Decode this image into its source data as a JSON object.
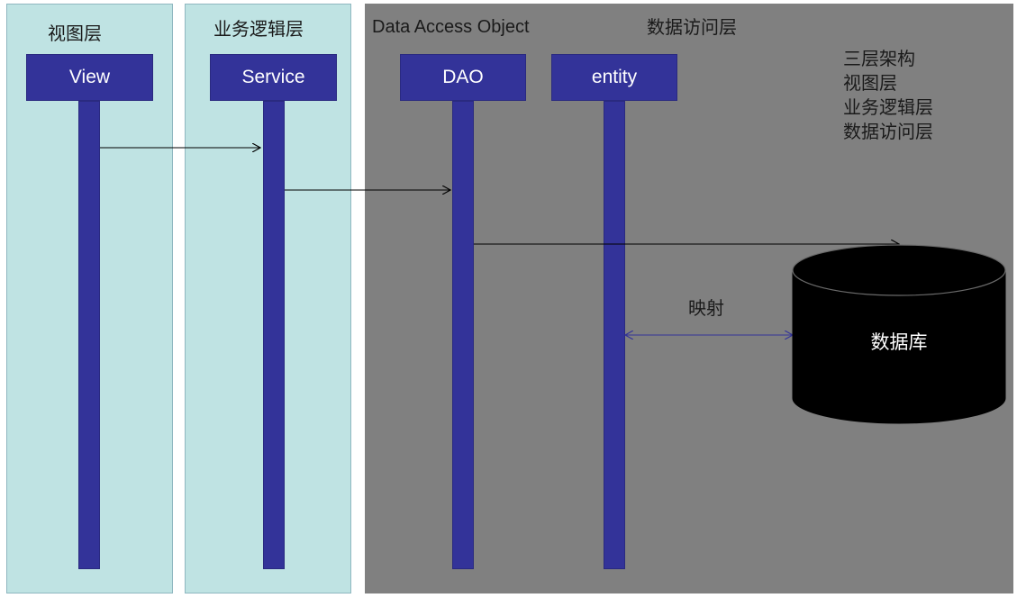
{
  "layers": {
    "view": {
      "title": "视图层"
    },
    "service": {
      "title": "业务逻辑层"
    },
    "dao": {
      "title_en": "Data Access Object",
      "title_cn": "数据访问层"
    }
  },
  "lifelines": {
    "view": "View",
    "service": "Service",
    "dao": "DAO",
    "entity": "entity"
  },
  "notes": {
    "lines": [
      "三层架构",
      "视图层",
      "业务逻辑层",
      "数据访问层"
    ]
  },
  "database": {
    "label": "数据库"
  },
  "mapping": {
    "label": "映射"
  },
  "colors": {
    "layer_light": "#bfe3e3",
    "layer_dark": "#808080",
    "lifeline": "#333399",
    "database": "#000000",
    "mapping_arrow": "#333399"
  }
}
